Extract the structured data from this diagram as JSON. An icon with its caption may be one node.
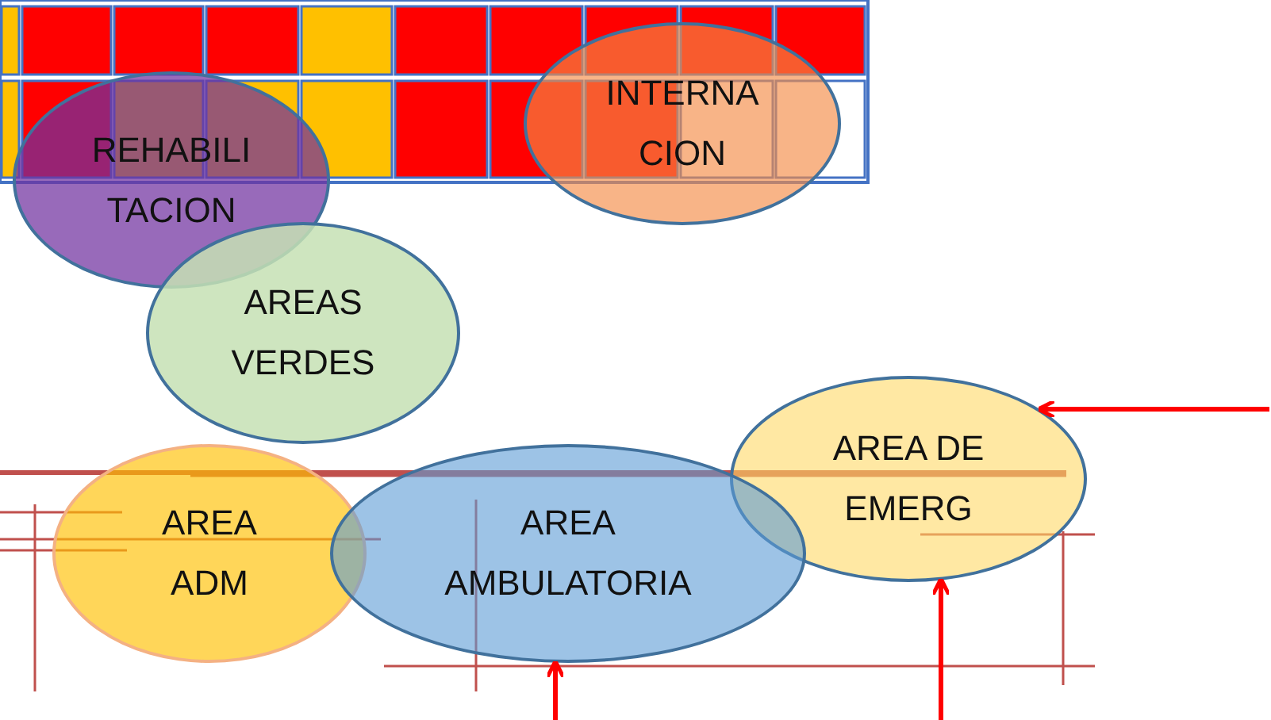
{
  "diagram": {
    "nodes": [
      {
        "text": [
          "INTERNA CION"
        ]
      },
      {
        "text": [
          "REHABILI TACION"
        ]
      },
      {
        "text": [
          "AREAS VERDES"
        ]
      },
      {
        "text": [
          "AREA DE EMERG"
        ]
      },
      {
        "text": [
          "AREA ADM"
        ]
      },
      {
        "text": [
          "AREA AMBULATORIA"
        ]
      }
    ],
    "edges": [
      {
        "from": null,
        "to": 3,
        "arrow": "to",
        "color": "#ff0000"
      },
      {
        "from": null,
        "to": 5,
        "arrow": "to",
        "color": "#ff0000"
      },
      {
        "from": null,
        "to": 3,
        "arrow": "to",
        "color": "#ff0000"
      }
    ]
  }
}
